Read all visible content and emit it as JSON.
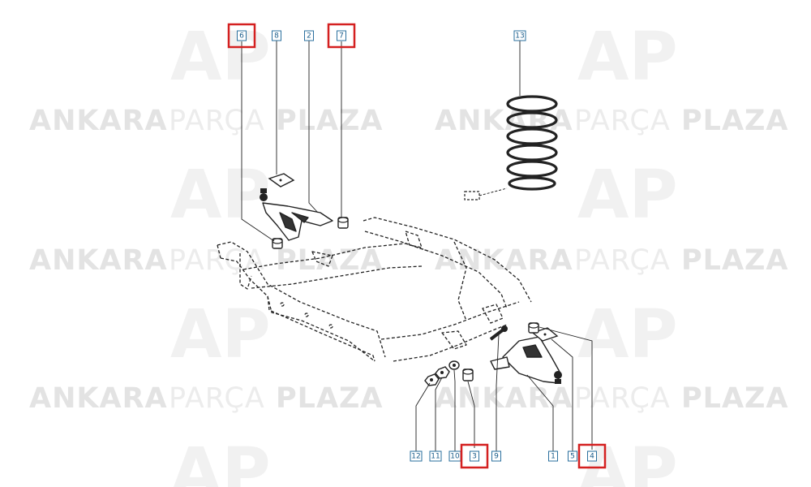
{
  "watermark": {
    "word1": "ANKARA",
    "word2": "PARÇA",
    "word3": "PLAZA",
    "logo": "AP"
  },
  "callouts": [
    {
      "id": "c6",
      "label": "6",
      "highlighted": true
    },
    {
      "id": "c8",
      "label": "8",
      "highlighted": false
    },
    {
      "id": "c2",
      "label": "2",
      "highlighted": false
    },
    {
      "id": "c7",
      "label": "7",
      "highlighted": true
    },
    {
      "id": "c13",
      "label": "13",
      "highlighted": false
    },
    {
      "id": "c12",
      "label": "12",
      "highlighted": false
    },
    {
      "id": "c11",
      "label": "11",
      "highlighted": false
    },
    {
      "id": "c10",
      "label": "10",
      "highlighted": false
    },
    {
      "id": "c3",
      "label": "3",
      "highlighted": true
    },
    {
      "id": "c9",
      "label": "9",
      "highlighted": false
    },
    {
      "id": "c1",
      "label": "1",
      "highlighted": false
    },
    {
      "id": "c5",
      "label": "5",
      "highlighted": false
    },
    {
      "id": "c4",
      "label": "4",
      "highlighted": true
    }
  ],
  "colors": {
    "callout_box": "#2a6f9e",
    "callout_text": "#1a5c8a",
    "highlight": "#d42020",
    "line": "#222222"
  }
}
